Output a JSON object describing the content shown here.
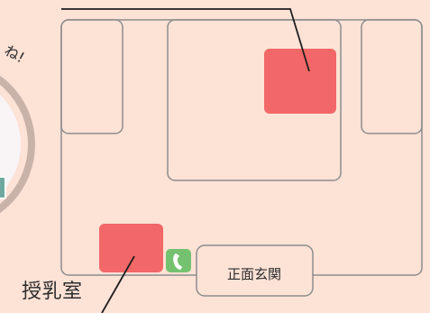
{
  "colors": {
    "background": "#fde2d6",
    "wall": "#8d8d8d",
    "highlight": "#f26868",
    "phone_bg": "#74c26f",
    "phone_fg": "#ffffff",
    "leader": "#1f1f1f",
    "badge_ring": "#c9b2a8",
    "badge_fill": "#f9f4f6"
  },
  "labels": {
    "nursing_room": "授乳室",
    "main_entrance": "正面玄関",
    "curved_partial": "ね!"
  },
  "icons": {
    "phone": "phone-icon"
  }
}
